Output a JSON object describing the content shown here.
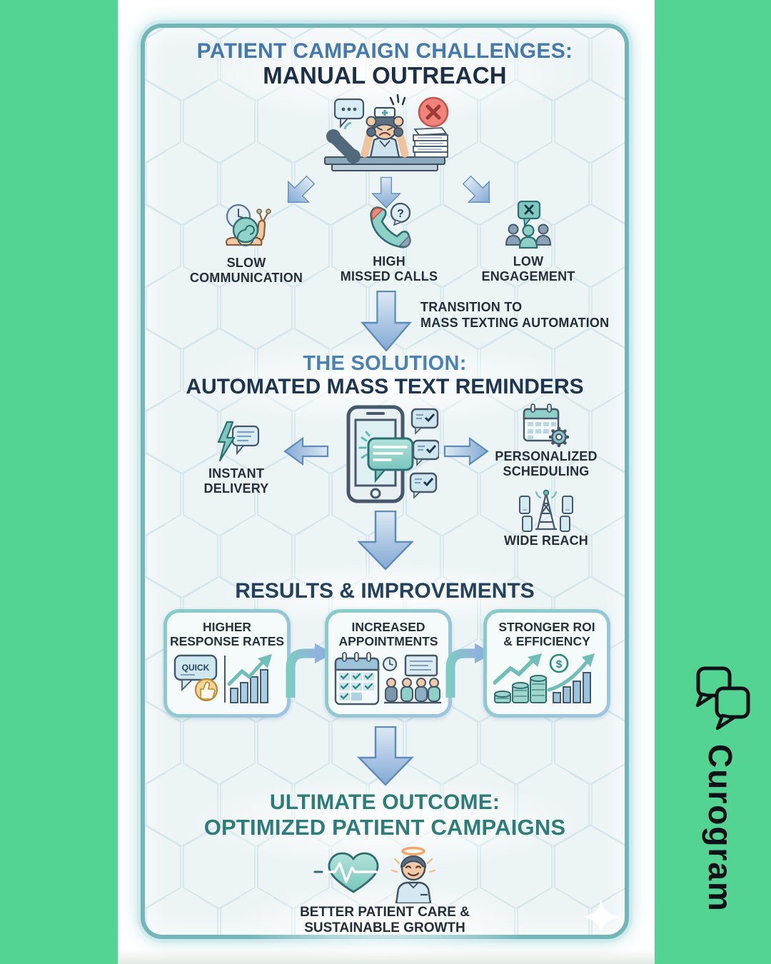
{
  "brand": {
    "name": "Curogram"
  },
  "colors": {
    "background_green": "#54d492",
    "card_border_teal": "#72b6ba",
    "heading_blue": "#4579ae",
    "heading_navy": "#1d2f47",
    "solution_blue": "#4a82b6",
    "results_navy": "#24415e",
    "outcome_teal": "#2d7c7a",
    "arrow_blue": "#82a9d4",
    "icon_teal": "#8fd0c8",
    "alert_red": "#f0837b"
  },
  "icons": {
    "question_glyph": "?",
    "dollar_glyph": "$"
  },
  "challenges": {
    "title_line1": "PATIENT CAMPAIGN CHALLENGES:",
    "title_line2": "MANUAL OUTREACH",
    "items": [
      {
        "icon": "snail-clock-icon",
        "line1": "SLOW",
        "line2": "COMMUNICATION"
      },
      {
        "icon": "missed-call-icon",
        "line1": "HIGH",
        "line2": "MISSED CALLS"
      },
      {
        "icon": "low-engagement-icon",
        "line1": "LOW",
        "line2": "ENGAGEMENT"
      }
    ]
  },
  "transition": {
    "line1": "TRANSITION TO",
    "line2": "MASS TEXTING AUTOMATION"
  },
  "solution": {
    "title_line1": "THE SOLUTION:",
    "title_line2": "AUTOMATED MASS TEXT REMINDERS",
    "instant": {
      "icon": "lightning-message-icon",
      "line1": "INSTANT",
      "line2": "DELIVERY"
    },
    "scheduling": {
      "icon": "calendar-gear-icon",
      "line1": "PERSONALIZED",
      "line2": "SCHEDULING"
    },
    "reach": {
      "icon": "broadcast-tower-icon",
      "label": "WIDE REACH"
    }
  },
  "results": {
    "title": "RESULTS & IMPROVEMENTS",
    "boxes": [
      {
        "line1": "HIGHER",
        "line2": "RESPONSE RATES",
        "badge": "QUICK",
        "icon": "quick-reply-chart-icon"
      },
      {
        "line1": "INCREASED",
        "line2": "APPOINTMENTS",
        "icon": "calendar-waiting-room-icon"
      },
      {
        "line1": "STRONGER ROI",
        "line2": "& EFFICIENCY",
        "icon": "coins-growth-icon"
      }
    ]
  },
  "outcome": {
    "title_line1": "ULTIMATE OUTCOME:",
    "title_line2": "OPTIMIZED PATIENT CAMPAIGNS",
    "icon": "heart-ekg-happy-patient-icon",
    "caption_line1": "BETTER PATIENT CARE &",
    "caption_line2": "SUSTAINABLE GROWTH"
  }
}
